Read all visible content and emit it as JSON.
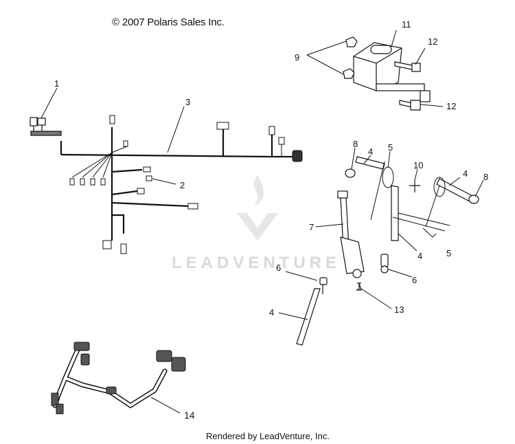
{
  "header": {
    "copyright": "© 2007 Polaris Sales Inc."
  },
  "footer": {
    "rendered_by": "Rendered by LeadVenture, Inc."
  },
  "watermark": {
    "text": "LEADVENTURE"
  },
  "callouts": [
    "1",
    "2",
    "3",
    "4",
    "4",
    "4",
    "4",
    "5",
    "5",
    "6",
    "6",
    "7",
    "8",
    "8",
    "9",
    "10",
    "11",
    "12",
    "12",
    "13",
    "14"
  ],
  "colors": {
    "line": "#111111",
    "watermark": "#d9d9d9"
  }
}
